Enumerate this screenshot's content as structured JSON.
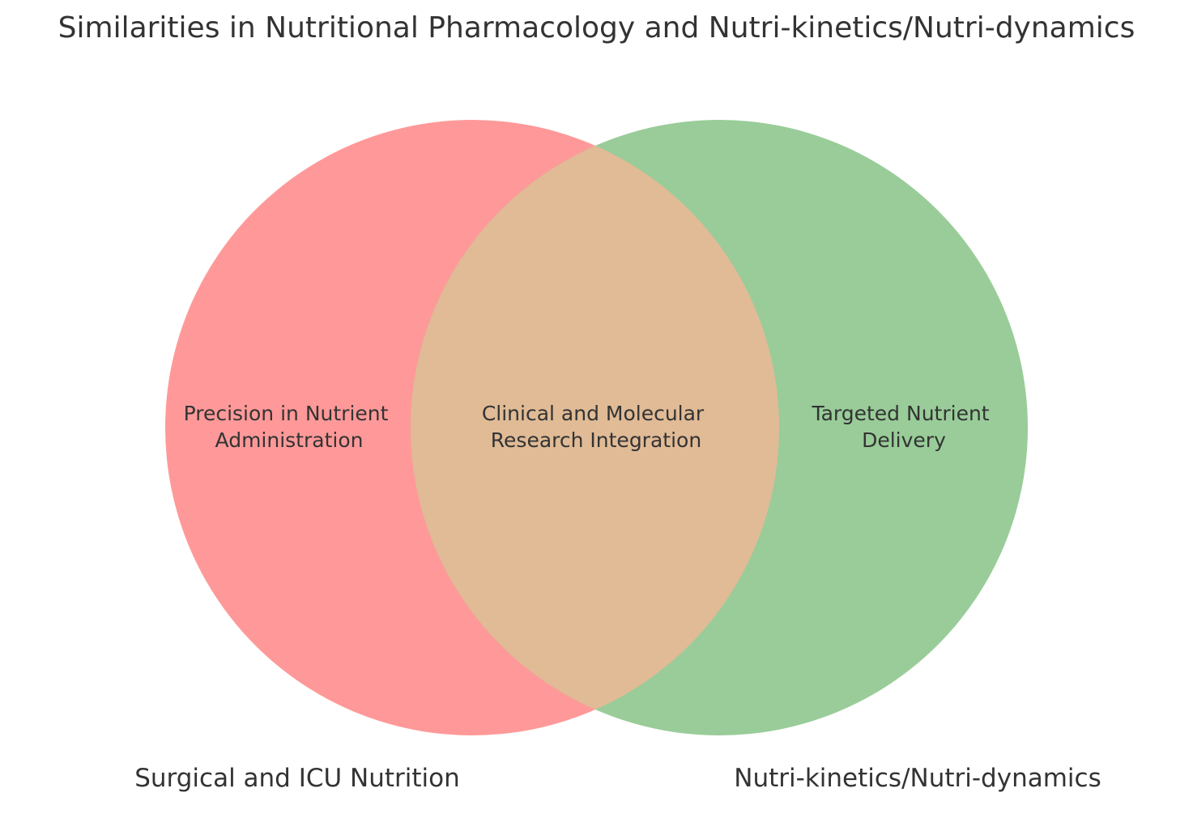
{
  "title": "Similarities in Nutritional Pharmacology and Nutri-kinetics/Nutri-dynamics",
  "colors": {
    "left_set": "#ff9999",
    "right_set": "#99cc99",
    "overlap": "#e0bb96",
    "text": "#333333"
  },
  "sets": {
    "left": {
      "label": "Surgical and ICU Nutrition",
      "only_lines": [
        "Precision in Nutrient",
        "Administration"
      ]
    },
    "right": {
      "label": "Nutri-kinetics/Nutri-dynamics",
      "only_lines": [
        "Targeted Nutrient",
        "Delivery"
      ]
    },
    "overlap": {
      "lines": [
        "Clinical and Molecular",
        "Research Integration"
      ]
    }
  }
}
